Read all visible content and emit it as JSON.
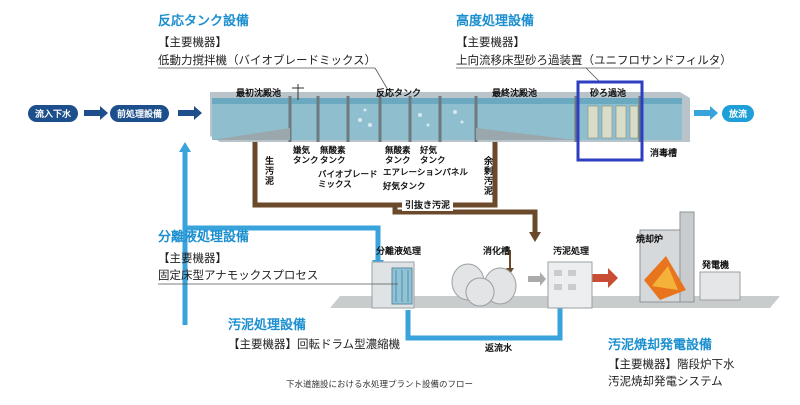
{
  "sections": {
    "reaction": {
      "title": "反応タンク設備",
      "equip_header": "【主要機器】",
      "equip": "低動力撹拌機（バイオブレードミックス）"
    },
    "advanced": {
      "title": "高度処理設備",
      "equip_header": "【主要機器】",
      "equip": "上向流移床型砂ろ過装置（ユニフロサンドフィルタ）"
    },
    "separation": {
      "title": "分離液処理設備",
      "equip_header": "【主要機器】",
      "equip": "固定床型アナモックスプロセス"
    },
    "sludge": {
      "title": "汚泥処理設備",
      "equip": "【主要機器】回転ドラム型濃縮機"
    },
    "incineration": {
      "title": "汚泥焼却発電設備",
      "equip": "【主要機器】階段炉下水",
      "equip2": "汚泥焼却発電システム"
    }
  },
  "flow": {
    "inflow": "流入下水",
    "pretreatment": "前処理設備",
    "discharge": "放流"
  },
  "tank_labels": {
    "primary": "最初沈殿池",
    "reaction": "反応タンク",
    "final": "最終沈殿池",
    "sand": "砂ろ過池",
    "disinfection": "消毒槽",
    "anaerobic": "嫌気\nタンク",
    "anoxic": "無酸素\nタンク",
    "anoxic2": "無酸素\nタンク",
    "aerobic": "好気\nタンク",
    "bioblade": "バイオブレード\nミックス",
    "aeration_panel": "エアレーションパネル",
    "aerobic2": "好気タンク"
  },
  "sludge_labels": {
    "raw": "生汚泥",
    "excess": "余剰汚泥",
    "withdrawn": "引抜き汚泥",
    "return_water": "返流水"
  },
  "facility_labels": {
    "separation": "分離液処理",
    "digestion": "消化槽",
    "sludge_treat": "汚泥処理",
    "incinerator": "焼却炉",
    "generator": "発電機"
  },
  "caption": "下水道施設における水処理プラント設備のフロー",
  "colors": {
    "title_blue": "#1c8fd0",
    "pipe_blue": "#39a3dc",
    "sludge_brown": "#6b4a2b",
    "highlight": "#2d3fc0",
    "dark_pill": "#1d4f8c"
  }
}
